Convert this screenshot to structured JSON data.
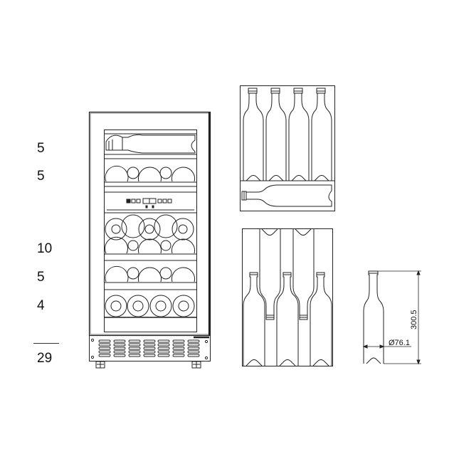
{
  "diagram": {
    "type": "wine-cooler-capacity-drawing",
    "shelf_counts": [
      {
        "shelf": "top-lying",
        "bottles": "5"
      },
      {
        "shelf": "second",
        "bottles": "5"
      },
      {
        "shelf": "double-stacked",
        "bottles": "10"
      },
      {
        "shelf": "fourth",
        "bottles": "5"
      },
      {
        "shelf": "bottom",
        "bottles": "4"
      }
    ],
    "total": "29",
    "bottle_dimensions": {
      "height": "300.5",
      "diameter": "Ø76.1"
    },
    "views": [
      {
        "name": "front-view-cabinet"
      },
      {
        "name": "side-view-upper-rack",
        "standing_bottles": 4,
        "lying_bottles": 1
      },
      {
        "name": "side-view-lower-rack",
        "bottles_up": 3,
        "bottles_down": 2
      },
      {
        "name": "bottle-dimension-drawing"
      }
    ],
    "stroke_color": "#222222",
    "background": "#ffffff"
  }
}
